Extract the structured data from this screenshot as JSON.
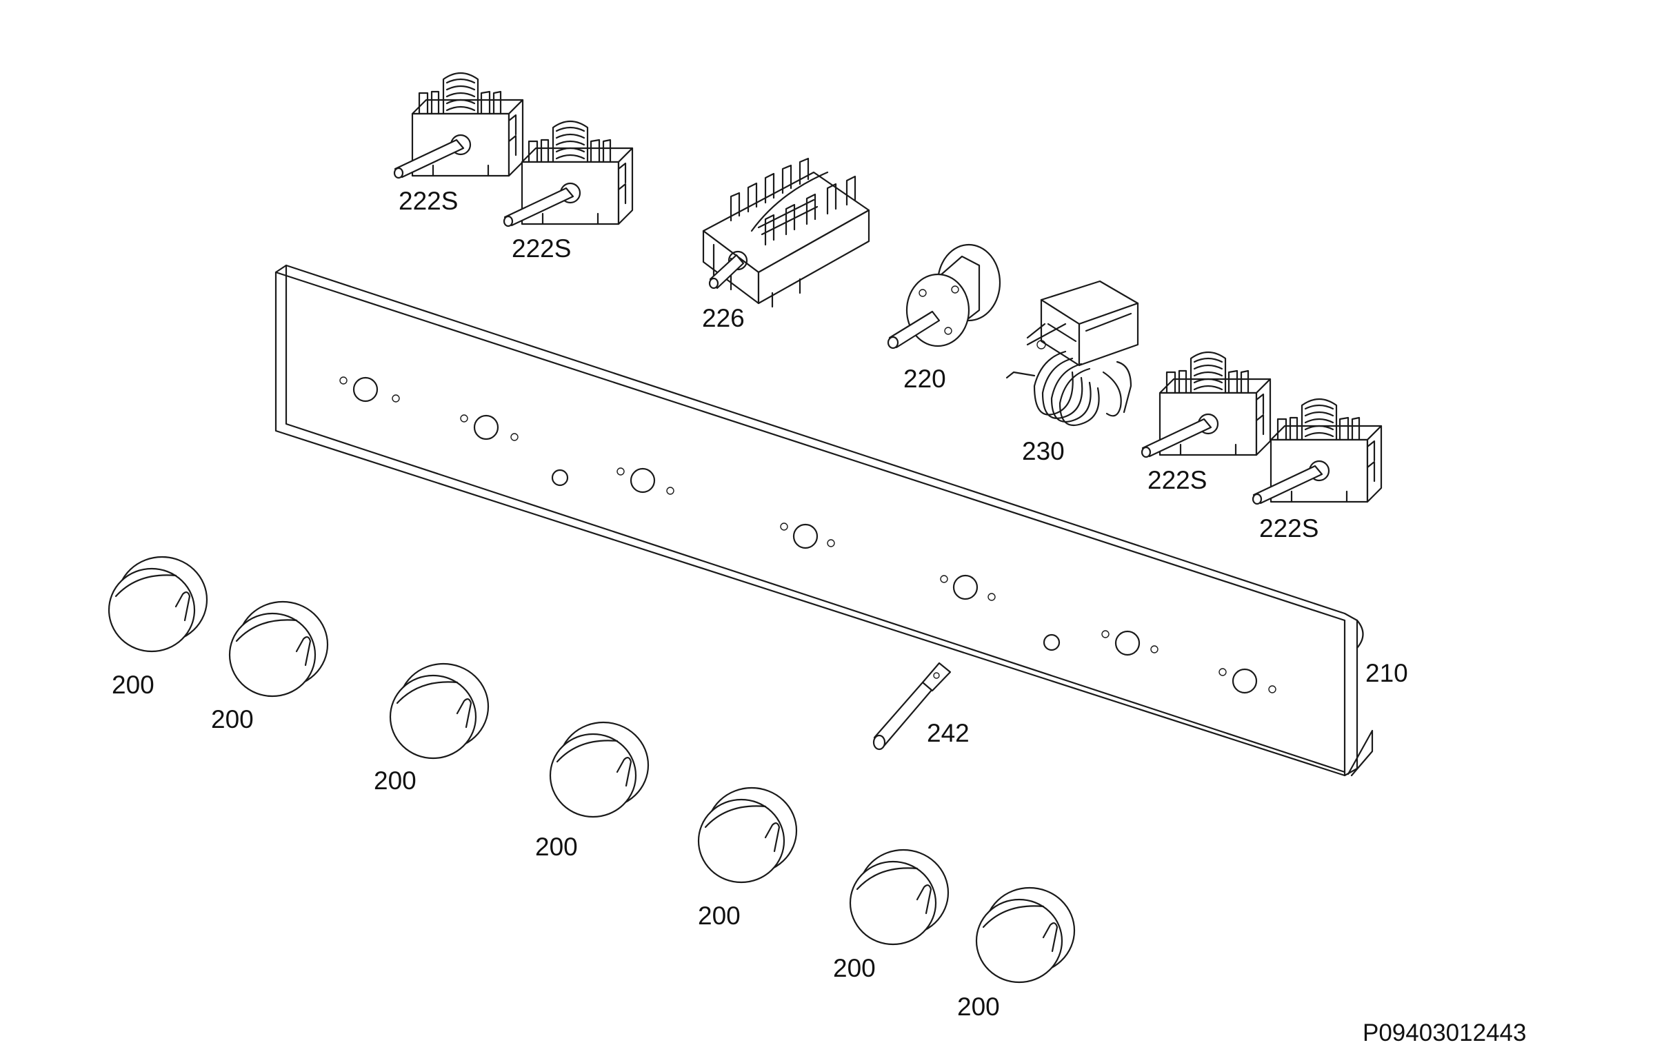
{
  "labels": {
    "switch_a": "222S",
    "switch_b": "222S",
    "switch_c": "222S",
    "switch_d": "222S",
    "selector": "226",
    "regulator": "220",
    "thermostat": "230",
    "panel": "210",
    "igniter": "242",
    "knob_1": "200",
    "knob_2": "200",
    "knob_3": "200",
    "knob_4": "200",
    "knob_5": "200",
    "knob_6": "200",
    "knob_7": "200"
  },
  "document_id": "P09403012443"
}
